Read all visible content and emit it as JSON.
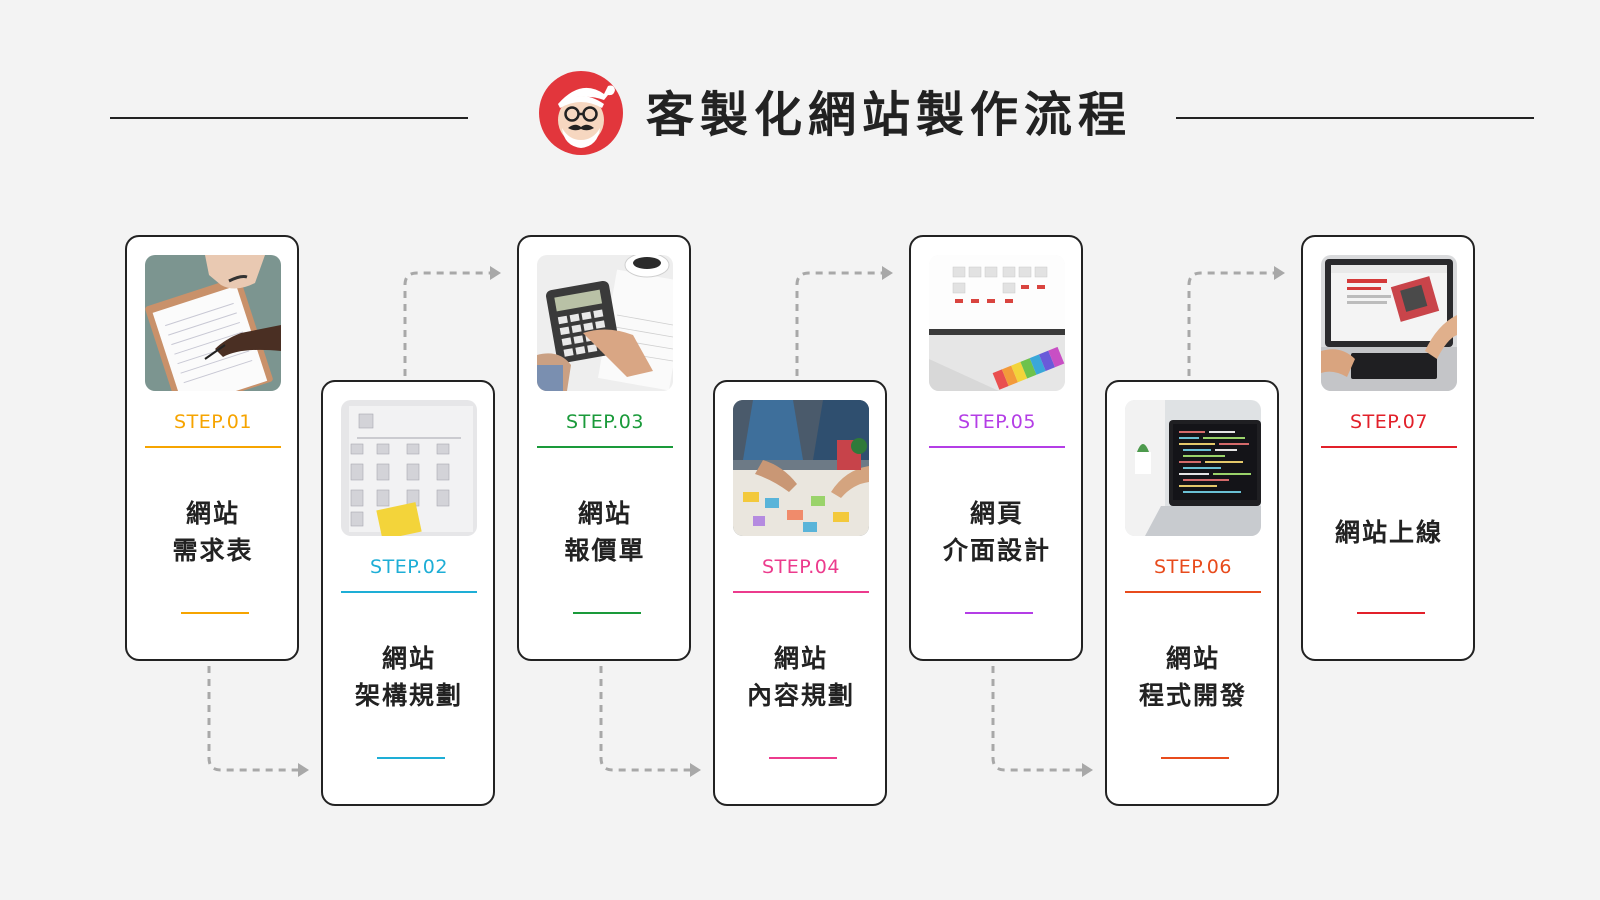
{
  "title": "客製化網站製作流程",
  "steps": [
    {
      "step": "STEP.01",
      "lines": [
        "網站",
        "需求表"
      ],
      "color": "#f6a400",
      "image": "clipboard-form-photo"
    },
    {
      "step": "STEP.02",
      "lines": [
        "網站",
        "架構規劃"
      ],
      "color": "#1eaed6",
      "image": "sitemap-wireframe-photo"
    },
    {
      "step": "STEP.03",
      "lines": [
        "網站",
        "報價單"
      ],
      "color": "#1a9a3a",
      "image": "calculator-photo"
    },
    {
      "step": "STEP.04",
      "lines": [
        "網站",
        "內容規劃"
      ],
      "color": "#ec3b8d",
      "image": "team-planning-photo"
    },
    {
      "step": "STEP.05",
      "lines": [
        "網頁",
        "介面設計"
      ],
      "color": "#b43ee6",
      "image": "ui-design-color-swatch-photo"
    },
    {
      "step": "STEP.06",
      "lines": [
        "網站",
        "程式開發"
      ],
      "color": "#e84b1c",
      "image": "laptop-code-photo"
    },
    {
      "step": "STEP.07",
      "lines": [
        "網站上線"
      ],
      "color": "#e2202a",
      "image": "laptop-website-photo"
    }
  ],
  "colors": {
    "background": "#f3f3f3",
    "border": "#222222",
    "connector": "#a8a8a8",
    "logo": "#e2363c"
  }
}
